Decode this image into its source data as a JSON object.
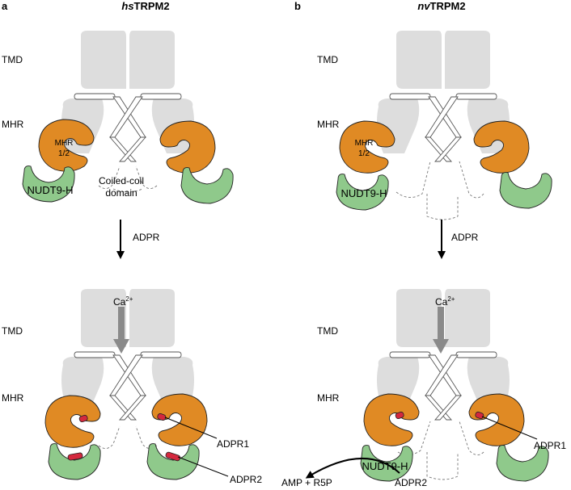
{
  "panels": [
    {
      "letter": "a",
      "title_italic": "hs",
      "title_rest": "TRPM2",
      "top": {
        "tmd_label": "TMD",
        "mhr_label": "MHR",
        "mhr_domain_label_line1": "MHR",
        "mhr_domain_label_line2": "1/2",
        "nudt9_label": "NUDT9-H",
        "coiled_coil_line1": "Coiled-coil",
        "coiled_coil_line2": "domain"
      },
      "arrow_label": "ADPR",
      "bottom": {
        "ion_label": "Ca",
        "ion_charge": "2+",
        "tmd_label": "TMD",
        "mhr_label": "MHR",
        "adpr1_label": "ADPR1",
        "adpr2_label": "ADPR2"
      }
    },
    {
      "letter": "b",
      "title_italic": "nv",
      "title_rest": "TRPM2",
      "top": {
        "tmd_label": "TMD",
        "mhr_label": "MHR",
        "mhr_domain_label_line1": "MHR",
        "mhr_domain_label_line2": "1/2",
        "nudt9_label": "NUDT9-H"
      },
      "arrow_label": "ADPR",
      "bottom": {
        "ion_label": "Ca",
        "ion_charge": "2+",
        "tmd_label": "TMD",
        "mhr_label": "MHR",
        "nudt9_label": "NUDT9-H",
        "adpr1_label": "ADPR1",
        "adpr2_label": "ADPR2",
        "products_label": "AMP + R5P"
      }
    }
  ],
  "colors": {
    "tmd": "#dddddd",
    "mhr_domain": "#e08a24",
    "nudt9_domain": "#8fc98b",
    "adpr": "#d4283e",
    "ion_arrow": "#8a8a8a"
  }
}
